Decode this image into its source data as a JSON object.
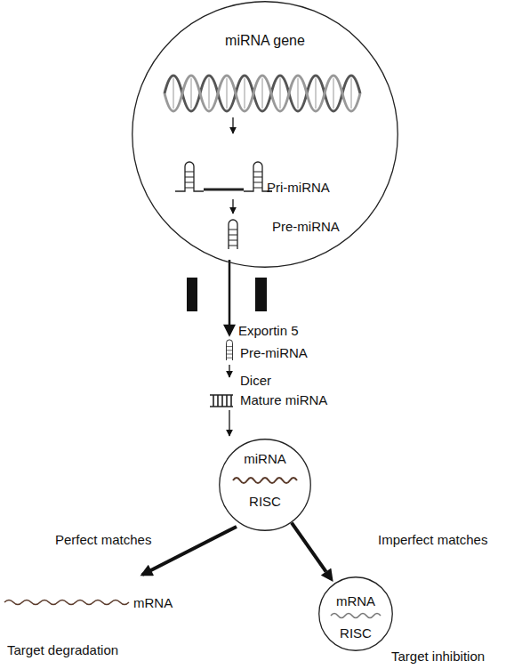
{
  "diagram": {
    "nodes": [
      {
        "text": [
          "miRNA gene"
        ]
      },
      {
        "text": [
          "miRNA",
          "RISC"
        ]
      },
      {
        "text": [
          "mRNA",
          "RISC"
        ]
      }
    ],
    "edges": [
      {
        "from": 1,
        "to": 2,
        "arrow": "to"
      }
    ],
    "labels": [
      "Pri-miRNA",
      "Pre-miRNA",
      "Exportin 5",
      "Pre-miRNA",
      "Dicer",
      "Mature miRNA",
      "Perfect matches",
      "Imperfect matches",
      "mRNA",
      "Target degradation",
      "Target inhibition"
    ]
  }
}
